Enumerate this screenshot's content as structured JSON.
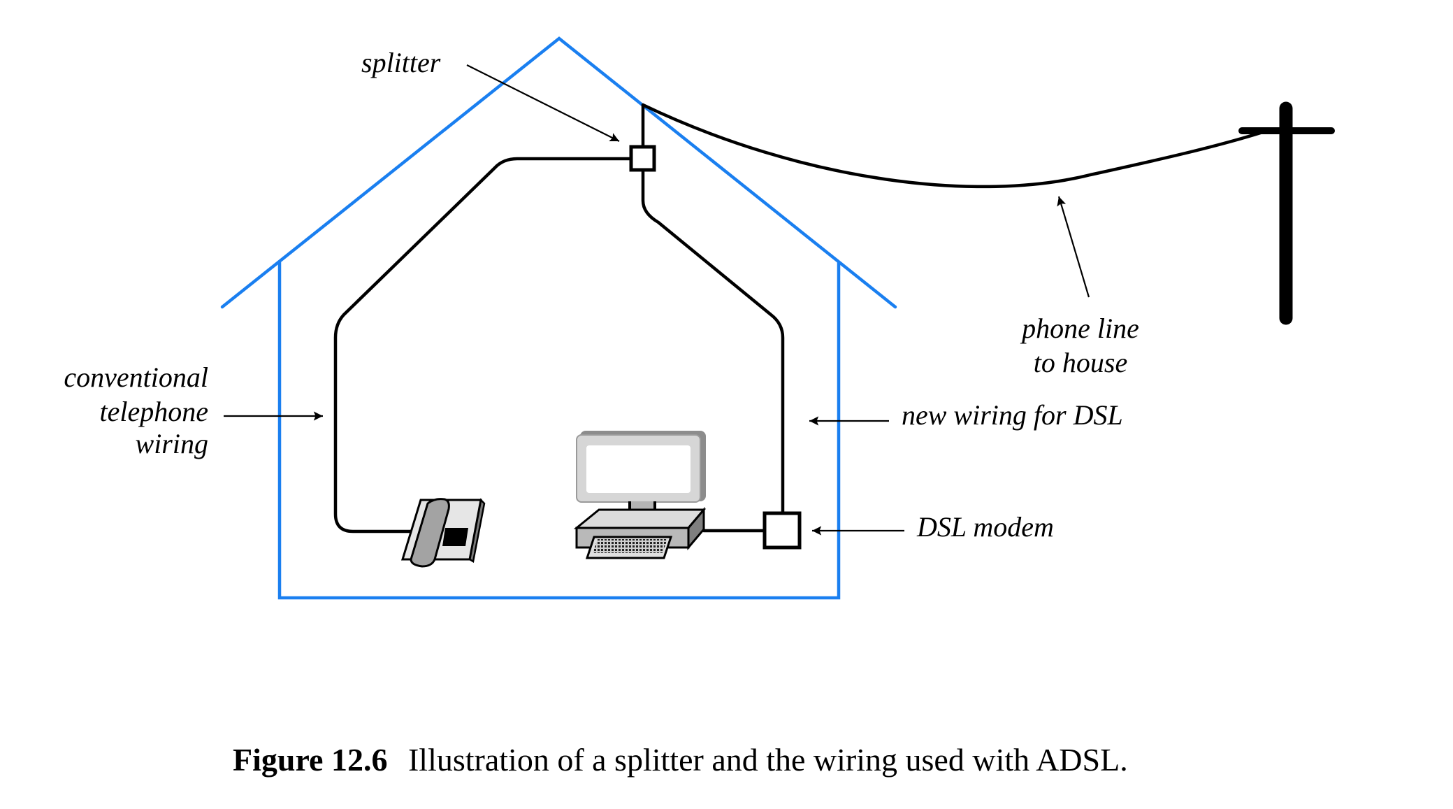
{
  "figure": {
    "labels": {
      "splitter": "splitter",
      "phone_line_line1": "phone line",
      "phone_line_line2": "to house",
      "conventional_line1": "conventional",
      "conventional_line2": "telephone",
      "conventional_line3": "wiring",
      "new_wiring": "new wiring for DSL",
      "dsl_modem": "DSL modem"
    },
    "caption": {
      "number": "Figure 12.6",
      "text": "Illustration of a splitter and the wiring used with ADSL."
    },
    "colors": {
      "house_outline": "#1a7ff0",
      "wiring": "#000000"
    }
  }
}
